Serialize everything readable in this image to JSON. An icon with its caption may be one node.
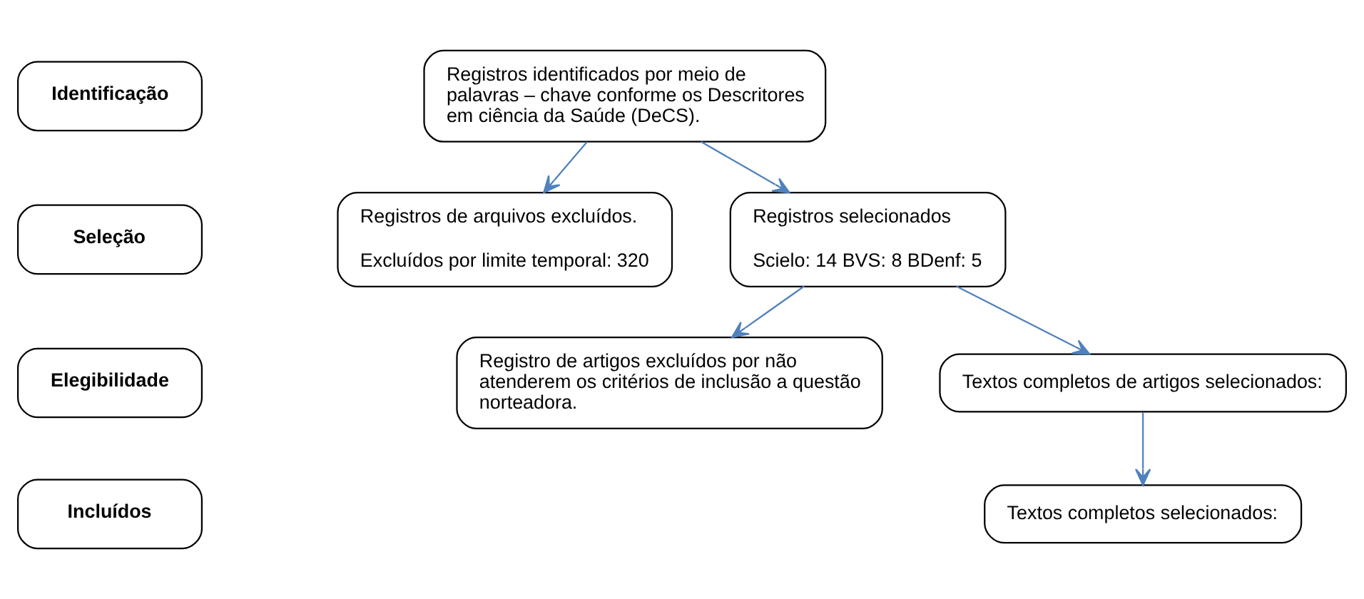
{
  "diagram": {
    "nodes": [
      {
        "text": [
          "Identificação"
        ]
      },
      {
        "text": [
          "Registros identificados por meio de palavras – chave conforme os Descritores em ciência da Saúde (DeCS)."
        ]
      },
      {
        "text": [
          "Seleção"
        ]
      },
      {
        "text": [
          "Registros de arquivos excluídos.",
          "Excluídos por limite temporal: 320"
        ]
      },
      {
        "text": [
          "Registros selecionados",
          "Scielo: 14 BVS: 8 BDenf: 5"
        ]
      },
      {
        "text": [
          "Elegibilidade"
        ]
      },
      {
        "text": [
          "Registro de artigos excluídos por não atenderem os critérios de inclusão a questão norteadora."
        ]
      },
      {
        "text": [
          "Textos completos de artigos selecionados:"
        ]
      },
      {
        "text": [
          "Incluídos"
        ]
      },
      {
        "text": [
          "Textos completos selecionados:"
        ]
      }
    ],
    "edges": [
      {
        "from": 1,
        "to": 4,
        "arrow": "to"
      },
      {
        "from": 1,
        "to": 3,
        "arrow": "to"
      },
      {
        "from": 4,
        "to": 7,
        "arrow": "to"
      },
      {
        "from": 4,
        "to": 6,
        "arrow": "to"
      },
      {
        "from": 7,
        "to": 9,
        "arrow": "to"
      }
    ]
  }
}
